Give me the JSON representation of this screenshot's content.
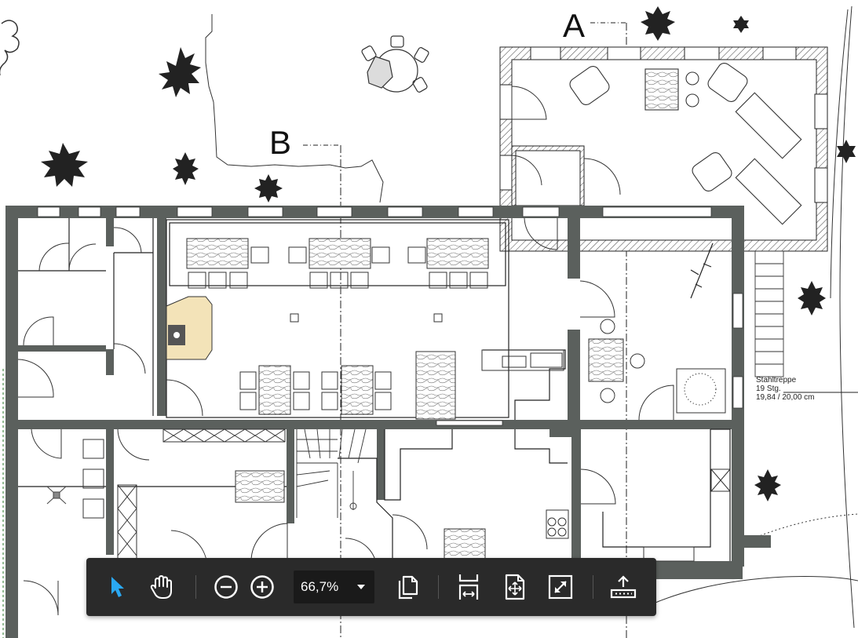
{
  "drawing": {
    "section_a": "A",
    "section_b": "B",
    "stair_note": {
      "line1": "Stahltreppe",
      "line2": "19 Stg.",
      "line3": "19,84 / 20,00 cm"
    }
  },
  "toolbar": {
    "tools": [
      "select",
      "pan",
      "zoom-out",
      "zoom-in",
      "copy",
      "fit-width",
      "fit-page",
      "fullscreen",
      "export"
    ],
    "active_tool": "select",
    "zoom_value": "66,7%"
  },
  "colors": {
    "wall": "#5b605d",
    "toolbar_bg": "#2a2a2a",
    "zoom_bg": "#1a1a1a",
    "accent": "#2aa8f2",
    "icon": "#ffffff"
  }
}
